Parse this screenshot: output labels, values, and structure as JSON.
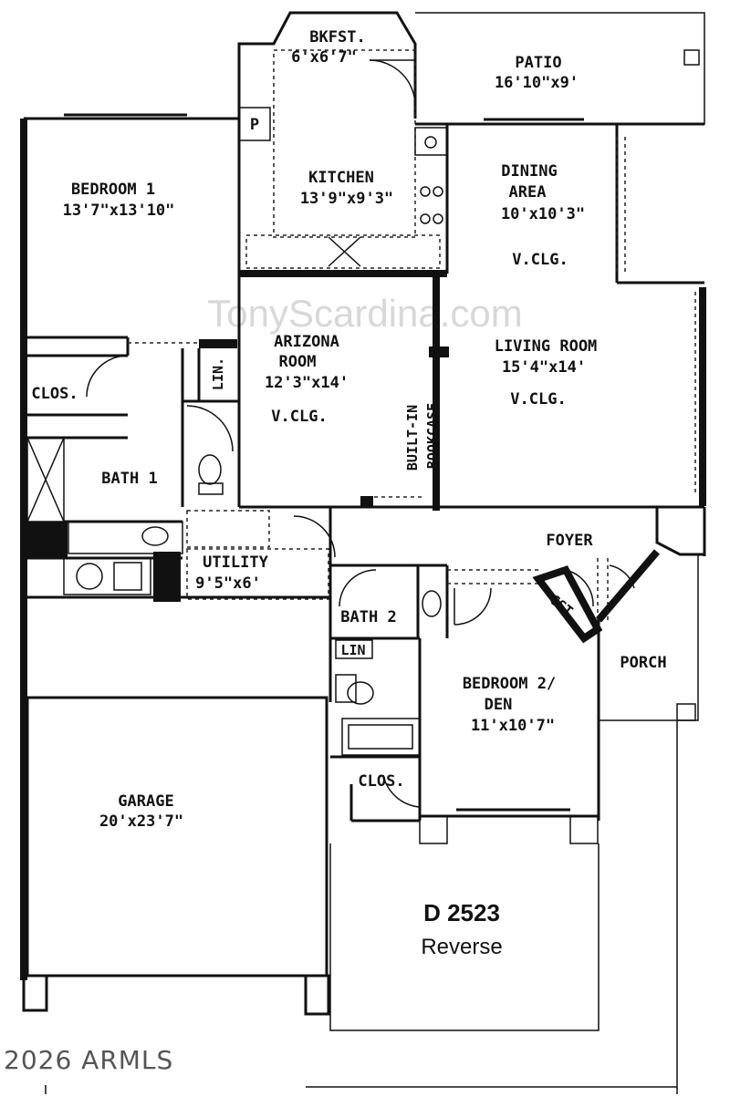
{
  "plan": {
    "code": "D 2523",
    "variant": "Reverse"
  },
  "watermark": "TonyScardina.com",
  "copyright": "2026 ARMLS",
  "rooms": {
    "breakfast": {
      "name": "BKFST.",
      "size": "6'x6'7\""
    },
    "patio": {
      "name": "PATIO",
      "size": "16'10\"x9'"
    },
    "kitchen": {
      "name": "KITCHEN",
      "size": "13'9\"x9'3\""
    },
    "bedroom1": {
      "name": "BEDROOM 1",
      "size": "13'7\"x13'10\""
    },
    "dining": {
      "name": "DINING",
      "name2": "AREA",
      "size": "10'x10'3\"",
      "ceiling": "V.CLG."
    },
    "arizona": {
      "name": "ARIZONA",
      "name2": "ROOM",
      "size": "12'3\"x14'",
      "ceiling": "V.CLG."
    },
    "living": {
      "name": "LIVING ROOM",
      "size": "15'4\"x14'",
      "ceiling": "V.CLG."
    },
    "bath1": {
      "name": "BATH 1"
    },
    "utility": {
      "name": "UTILITY",
      "size": "9'5\"x6'"
    },
    "foyer": {
      "name": "FOYER"
    },
    "bath2": {
      "name": "BATH 2"
    },
    "bedroom2": {
      "name": "BEDROOM 2/",
      "name2": "DEN",
      "size": "11'x10'7\""
    },
    "porch": {
      "name": "PORCH"
    },
    "garage": {
      "name": "GARAGE",
      "size": "20'x23'7\""
    }
  },
  "labels": {
    "pantry": "P",
    "closet1": "CLOS.",
    "linen1": "LIN.",
    "builtin1": "BUILT-IN",
    "builtin2": "BOOKCASE",
    "linen2": "LIN",
    "closet2": "CLOS.",
    "guest_closet": "GST"
  }
}
